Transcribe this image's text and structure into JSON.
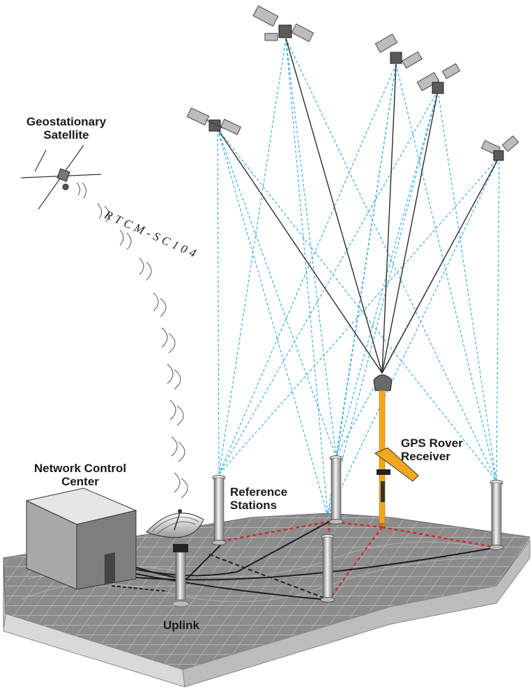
{
  "labels": {
    "geostationary_line1": "Geostationary",
    "geostationary_line2": "Satellite",
    "rtcm": "RTCM-SC104",
    "ncc_line1": "Network Control",
    "ncc_line2": "Center",
    "reference_line1": "Reference",
    "reference_line2": "Stations",
    "rover_line1": "GPS Rover",
    "rover_line2": "Receiver",
    "uplink": "Uplink"
  },
  "colors": {
    "signal_dashed": "#2aa8e0",
    "rover_link": "#2b2b2b",
    "baseline_dashed": "#d42a2a",
    "rover_pole": "#f2a81d",
    "terrain_top": "#8e8e8e",
    "terrain_side": "#c9c9c9",
    "building": "#9a9a9a"
  }
}
